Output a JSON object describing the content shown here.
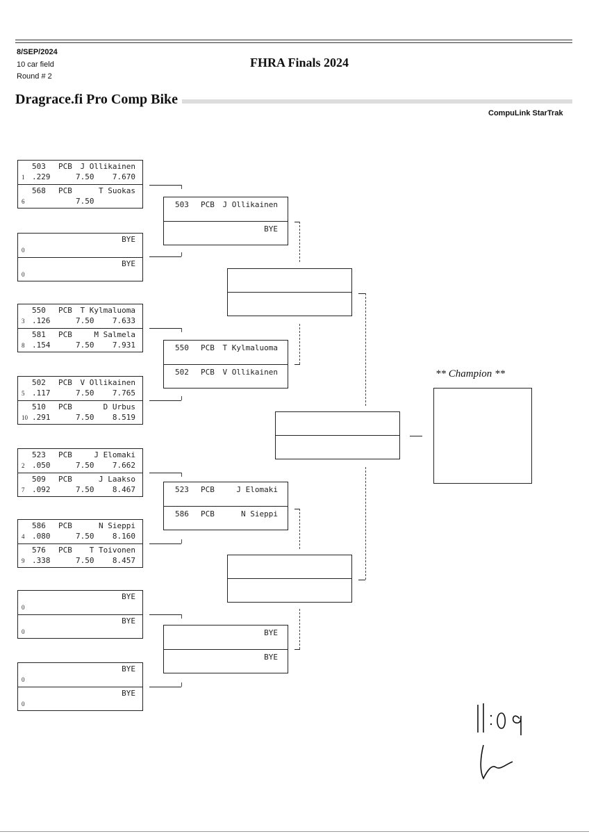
{
  "header": {
    "date": "8/SEP/2024",
    "field": "10 car field",
    "round": "Round # 2",
    "event": "FHRA Finals 2024",
    "class": "Dragrace.fi Pro Comp Bike",
    "system": "CompuLink StarTrak"
  },
  "round1": [
    {
      "top": {
        "car": "503",
        "cls": "PCB",
        "driver": "J Ollikainen",
        "lane": "1",
        "rt": ".229",
        "dial": "7.50",
        "et": "7.670"
      },
      "bot": {
        "car": "568",
        "cls": "PCB",
        "driver": "T Suokas",
        "lane": "6",
        "rt": "",
        "dial": "7.50",
        "et": ""
      }
    },
    {
      "top": {
        "car": "",
        "cls": "",
        "driver": "BYE",
        "lane": "0",
        "rt": "",
        "dial": "",
        "et": ""
      },
      "bot": {
        "car": "",
        "cls": "",
        "driver": "BYE",
        "lane": "0",
        "rt": "",
        "dial": "",
        "et": ""
      }
    },
    {
      "top": {
        "car": "550",
        "cls": "PCB",
        "driver": "T Kylmaluoma",
        "lane": "3",
        "rt": ".126",
        "dial": "7.50",
        "et": "7.633"
      },
      "bot": {
        "car": "581",
        "cls": "PCB",
        "driver": "M Salmela",
        "lane": "8",
        "rt": ".154",
        "dial": "7.50",
        "et": "7.931"
      }
    },
    {
      "top": {
        "car": "502",
        "cls": "PCB",
        "driver": "V Ollikainen",
        "lane": "5",
        "rt": ".117",
        "dial": "7.50",
        "et": "7.765"
      },
      "bot": {
        "car": "510",
        "cls": "PCB",
        "driver": "D Urbus",
        "lane": "10",
        "rt": ".291",
        "dial": "7.50",
        "et": "8.519"
      }
    },
    {
      "top": {
        "car": "523",
        "cls": "PCB",
        "driver": "J Elomaki",
        "lane": "2",
        "rt": ".050",
        "dial": "7.50",
        "et": "7.662"
      },
      "bot": {
        "car": "509",
        "cls": "PCB",
        "driver": "J Laakso",
        "lane": "7",
        "rt": ".092",
        "dial": "7.50",
        "et": "8.467"
      }
    },
    {
      "top": {
        "car": "586",
        "cls": "PCB",
        "driver": "N Sieppi",
        "lane": "4",
        "rt": ".080",
        "dial": "7.50",
        "et": "8.160"
      },
      "bot": {
        "car": "576",
        "cls": "PCB",
        "driver": "T Toivonen",
        "lane": "9",
        "rt": ".338",
        "dial": "7.50",
        "et": "8.457"
      }
    },
    {
      "top": {
        "car": "",
        "cls": "",
        "driver": "BYE",
        "lane": "0",
        "rt": "",
        "dial": "",
        "et": ""
      },
      "bot": {
        "car": "",
        "cls": "",
        "driver": "BYE",
        "lane": "0",
        "rt": "",
        "dial": "",
        "et": ""
      }
    },
    {
      "top": {
        "car": "",
        "cls": "",
        "driver": "BYE",
        "lane": "0",
        "rt": "",
        "dial": "",
        "et": ""
      },
      "bot": {
        "car": "",
        "cls": "",
        "driver": "BYE",
        "lane": "0",
        "rt": "",
        "dial": "",
        "et": ""
      }
    }
  ],
  "round2": [
    {
      "top": {
        "car": "503",
        "cls": "PCB",
        "driver": "J Ollikainen"
      },
      "bot": {
        "car": "",
        "cls": "",
        "driver": "BYE"
      }
    },
    {
      "top": {
        "car": "550",
        "cls": "PCB",
        "driver": "T Kylmaluoma"
      },
      "bot": {
        "car": "502",
        "cls": "PCB",
        "driver": "V Ollikainen"
      }
    },
    {
      "top": {
        "car": "523",
        "cls": "PCB",
        "driver": "J Elomaki"
      },
      "bot": {
        "car": "586",
        "cls": "PCB",
        "driver": "N Sieppi"
      }
    },
    {
      "top": {
        "car": "",
        "cls": "",
        "driver": "BYE"
      },
      "bot": {
        "car": "",
        "cls": "",
        "driver": "BYE"
      }
    }
  ],
  "champion_label": "** Champion **",
  "handwriting": "11:09"
}
